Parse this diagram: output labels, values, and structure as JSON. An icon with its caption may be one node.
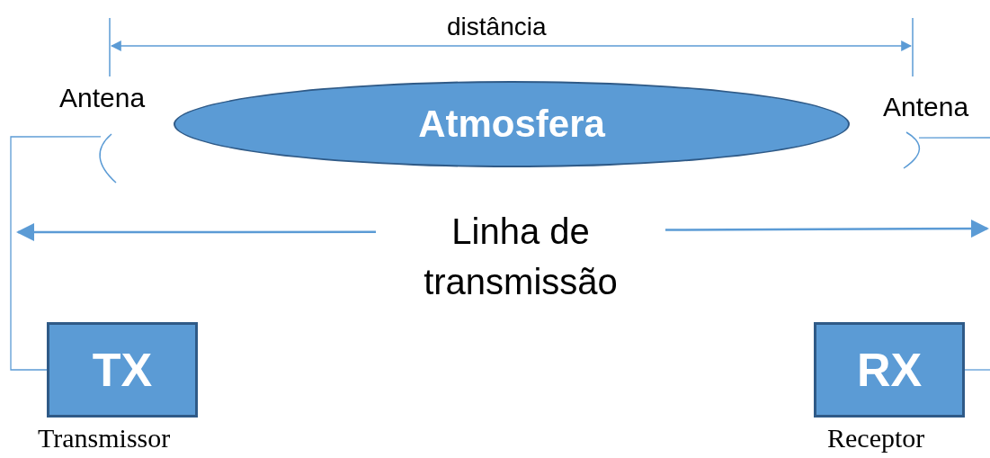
{
  "diagram": {
    "nodes": [
      {
        "text": [
          "Atmosfera"
        ]
      },
      {
        "text": [],
        "shape": "arc",
        "beside": [
          "Antena"
        ]
      },
      {
        "text": [],
        "shape": "arc",
        "beside": [
          "Antena"
        ]
      },
      {
        "text": [
          "Linha de transmissão"
        ]
      },
      {
        "text": [
          "TX"
        ],
        "beside": [
          "Transmissor"
        ]
      },
      {
        "text": [
          "RX"
        ],
        "beside": [
          "Receptor"
        ]
      }
    ],
    "edges": [
      {
        "from": 4,
        "to": 1,
        "arrow": "none"
      },
      {
        "from": 2,
        "to": null,
        "arrow": "none"
      },
      {
        "from": 5,
        "to": null,
        "arrow": "none"
      },
      {
        "from": 3,
        "to": null,
        "arrow": "to"
      },
      {
        "from": 3,
        "to": null,
        "arrow": "to"
      }
    ],
    "labels": [
      "distância"
    ]
  }
}
